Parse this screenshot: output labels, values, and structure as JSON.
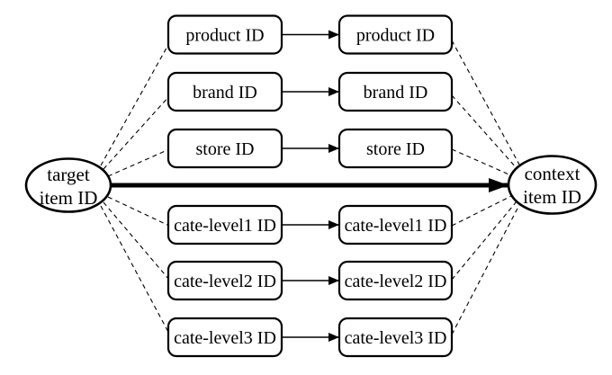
{
  "diagram": {
    "background": "#ffffff",
    "stroke_color": "#000000",
    "left_node": {
      "line1": "target",
      "line2": "item ID"
    },
    "right_node": {
      "line1": "context",
      "line2": "item ID"
    },
    "rows": [
      {
        "label": "product ID"
      },
      {
        "label": "brand ID"
      },
      {
        "label": "store ID"
      },
      {
        "label": "cate-level1 ID"
      },
      {
        "label": "cate-level2 ID"
      },
      {
        "label": "cate-level3 ID"
      }
    ]
  }
}
